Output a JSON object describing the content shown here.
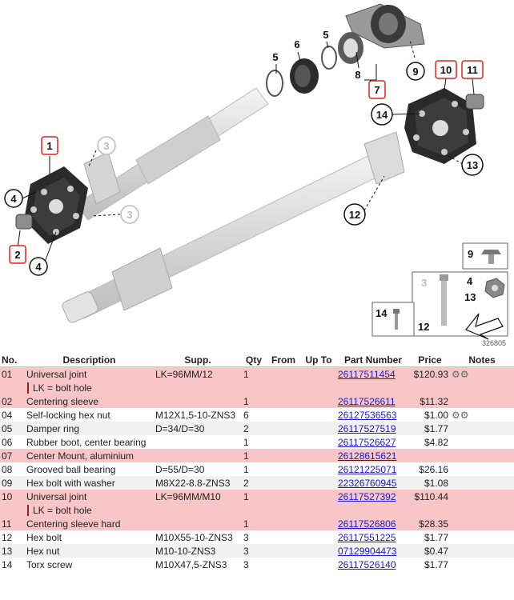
{
  "diagram": {
    "figure_id": "326805",
    "callouts": [
      "1",
      "2",
      "3",
      "3",
      "4",
      "4",
      "5",
      "5",
      "6",
      "7",
      "8",
      "9",
      "10",
      "11",
      "12",
      "13",
      "14"
    ],
    "legend_labels": [
      "9",
      "3",
      "4",
      "13",
      "14",
      "12"
    ]
  },
  "table": {
    "headers": {
      "no": "No.",
      "desc": "Description",
      "supp": "Supp.",
      "qty": "Qty",
      "from": "From",
      "upto": "Up To",
      "part": "Part Number",
      "price": "Price",
      "notes": "Notes"
    },
    "rows": [
      {
        "no": "01",
        "desc": "Universal joint",
        "supp": "LK=96MM/12",
        "qty": "1",
        "part": "26117511454",
        "price": "$120.93",
        "icon": true,
        "hl": true
      },
      {
        "note": "LK = bolt hole",
        "hl": true
      },
      {
        "no": "02",
        "desc": "Centering sleeve",
        "supp": "",
        "qty": "1",
        "part": "26117526611",
        "price": "$11.32",
        "hl": true
      },
      {
        "no": "04",
        "desc": "Self-locking hex nut",
        "supp": "M12X1,5-10-ZNS3",
        "qty": "6",
        "part": "26127536563",
        "price": "$1.00",
        "icon": true,
        "bg": "white"
      },
      {
        "no": "05",
        "desc": "Damper ring",
        "supp": "D=34/D=30",
        "qty": "2",
        "part": "26117527519",
        "price": "$1.77",
        "bg": "alt"
      },
      {
        "no": "06",
        "desc": "Rubber boot, center bearing",
        "supp": "",
        "qty": "1",
        "part": "26117526627",
        "price": "$4.82",
        "bg": "white"
      },
      {
        "no": "07",
        "desc": "Center Mount, aluminium",
        "supp": "",
        "qty": "1",
        "part": "26128615621",
        "price": "",
        "hl": true
      },
      {
        "no": "08",
        "desc": "Grooved ball bearing",
        "supp": "D=55/D=30",
        "qty": "1",
        "part": "26121225071",
        "price": "$26.16",
        "bg": "white"
      },
      {
        "no": "09",
        "desc": "Hex bolt with washer",
        "supp": "M8X22-8.8-ZNS3",
        "qty": "2",
        "part": "22326760945",
        "price": "$1.08",
        "bg": "alt"
      },
      {
        "no": "10",
        "desc": "Universal joint",
        "supp": "LK=96MM/M10",
        "qty": "1",
        "part": "26117527392",
        "price": "$110.44",
        "hl": true
      },
      {
        "note": "LK = bolt hole",
        "hl": true
      },
      {
        "no": "11",
        "desc": "Centering sleeve hard",
        "supp": "",
        "qty": "1",
        "part": "26117526806",
        "price": "$28.35",
        "hl": true
      },
      {
        "no": "12",
        "desc": "Hex bolt",
        "supp": "M10X55-10-ZNS3",
        "qty": "3",
        "part": "26117551225",
        "price": "$1.77",
        "bg": "white"
      },
      {
        "no": "13",
        "desc": "Hex nut",
        "supp": "M10-10-ZNS3",
        "qty": "3",
        "part": "07129904473",
        "price": "$0.47",
        "bg": "alt"
      },
      {
        "no": "14",
        "desc": "Torx screw",
        "supp": "M10X47,5-ZNS3",
        "qty": "3",
        "part": "26117526140",
        "price": "$1.77",
        "bg": "white"
      }
    ]
  }
}
